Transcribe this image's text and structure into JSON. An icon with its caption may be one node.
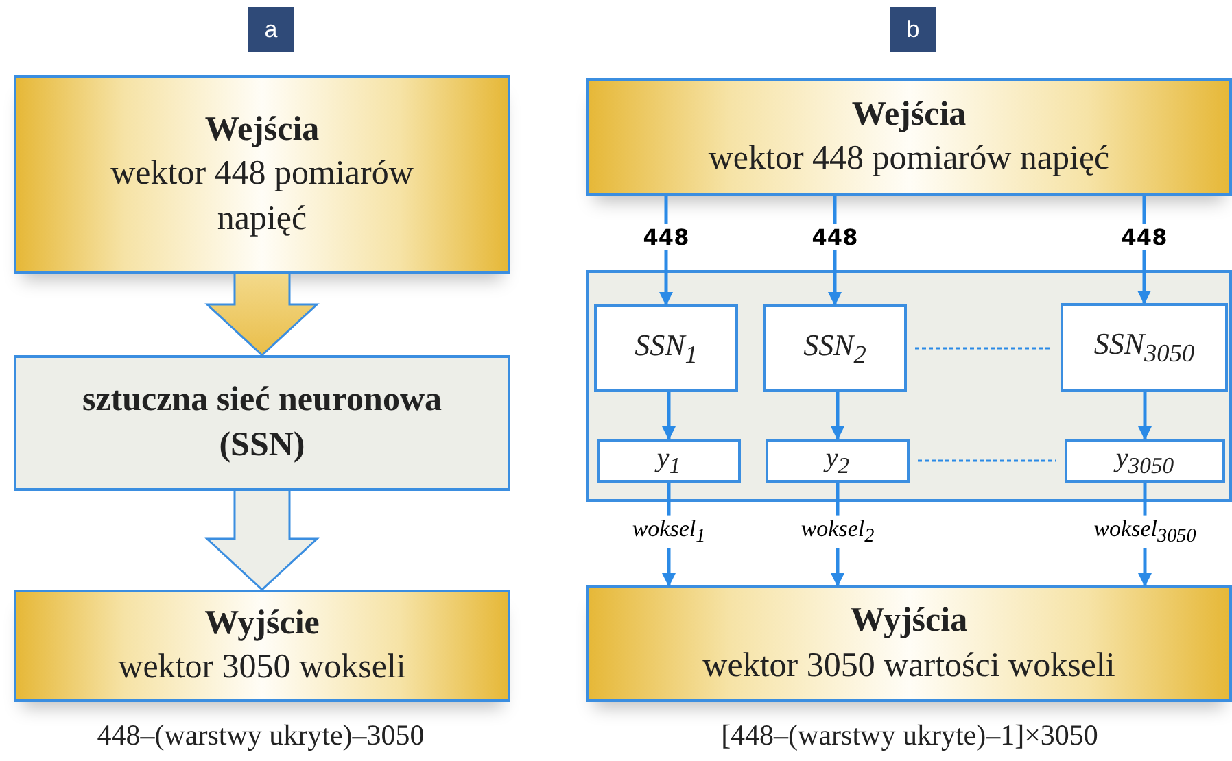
{
  "diagram": {
    "nodes": [
      {
        "text": [
          "a"
        ]
      },
      {
        "text": [
          "Wejścia",
          "wektor 448 pomiarów napięć"
        ]
      },
      {
        "text": [
          "sztuczna sieć neuronowa (SSN)"
        ]
      },
      {
        "text": [
          "Wyjście",
          "wektor 3050 wokseli"
        ]
      },
      {
        "text": [
          "b"
        ]
      },
      {
        "text": [
          "Wejścia",
          "wektor 448 pomiarów napięć"
        ]
      },
      {
        "text": [],
        "shape": "box"
      },
      {
        "text": [
          "SSN$_{1}$"
        ],
        "in": 6
      },
      {
        "text": [
          "SSN$_{2}$"
        ],
        "in": 6
      },
      {
        "text": [
          "SSN$_{3050}$"
        ],
        "in": 6
      },
      {
        "text": [
          "y$_{1}$"
        ],
        "in": 6
      },
      {
        "text": [
          "y$_{2}$"
        ],
        "in": 6
      },
      {
        "text": [
          "y$_{3050}$"
        ],
        "in": 6
      },
      {
        "text": [
          "Wyjścia",
          "wektor 3050 wartości wokseli"
        ]
      }
    ],
    "edges": [
      {
        "from": 1,
        "to": 2,
        "arrow": "to",
        "style": "thick"
      },
      {
        "from": 2,
        "to": 3,
        "arrow": "to",
        "style": "thick"
      },
      {
        "from": 5,
        "to": 7,
        "arrow": "to",
        "label": "448"
      },
      {
        "from": 5,
        "to": 8,
        "arrow": "to",
        "label": "448"
      },
      {
        "from": 5,
        "to": 9,
        "arrow": "to",
        "label": "448"
      },
      {
        "from": 7,
        "to": 10,
        "arrow": "to"
      },
      {
        "from": 8,
        "to": 11,
        "arrow": "to"
      },
      {
        "from": 9,
        "to": 12,
        "arrow": "to"
      },
      {
        "from": 10,
        "to": 13,
        "arrow": "to",
        "label": "woksel$_{1}$"
      },
      {
        "from": 11,
        "to": 13,
        "arrow": "to",
        "label": "woksel$_{2}$"
      },
      {
        "from": 12,
        "to": 13,
        "arrow": "to",
        "label": "woksel$_{3050}$"
      },
      {
        "from": 8,
        "to": 9,
        "arrow": "none",
        "style": "dashed"
      },
      {
        "from": 11,
        "to": 12,
        "arrow": "none",
        "style": "dashed"
      }
    ],
    "labels": [
      "448–(warstwy ukryte)–3050",
      "[448–(warstwy ukryte)–1]×3050"
    ]
  }
}
